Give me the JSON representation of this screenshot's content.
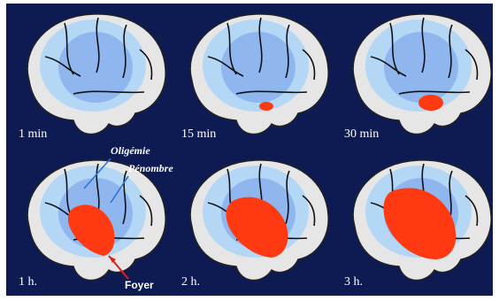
{
  "panels": [
    {
      "time": "1 min",
      "core": 0
    },
    {
      "time": "15 min",
      "core": 0.12
    },
    {
      "time": "30 min",
      "core": 0.22
    },
    {
      "time": "1 h.",
      "core": 0.78
    },
    {
      "time": "2 h.",
      "core": 0.9
    },
    {
      "time": "3 h.",
      "core": 1.0
    }
  ],
  "annotations": {
    "oligemia": "Oligémie",
    "penumbra": "Pénombre",
    "core": "Foyer"
  },
  "colors": {
    "background": "#0d1b52",
    "brain": "#e6e6e6",
    "oligemia": "#b3d7f5",
    "penumbra": "#8fb6ee",
    "core": "#ff3a12",
    "arrow_blue": "#2b6fd6",
    "arrow_red": "#e02020"
  }
}
